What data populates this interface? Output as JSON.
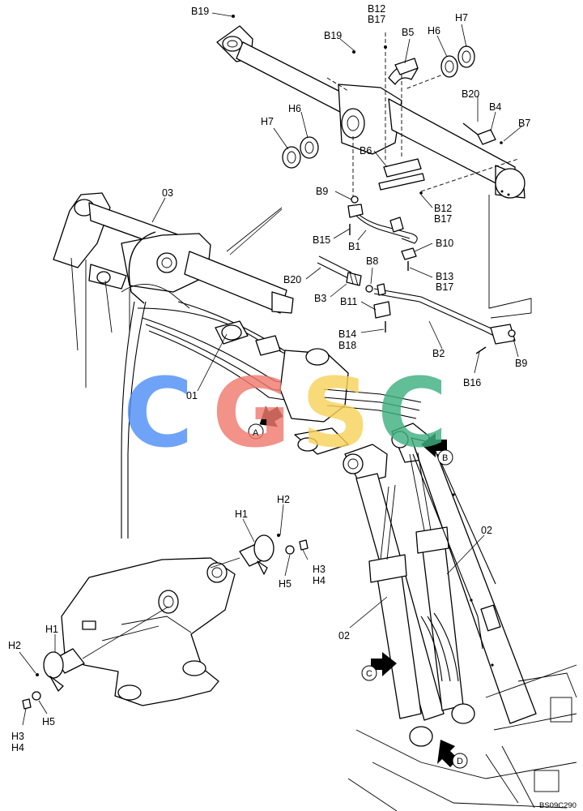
{
  "diagram": {
    "labels": {
      "B19_top": "B19",
      "B12_top": "B12",
      "B17_top": "B17",
      "B5": "B5",
      "H6_top": "H6",
      "H7_top": "H7",
      "B19_mid": "B19",
      "B20_top": "B20",
      "B4": "B4",
      "B7": "B7",
      "H6_left": "H6",
      "H7_left": "H7",
      "B6": "B6",
      "B12_mid": "B12",
      "B17_mid": "B17",
      "B9_top": "B9",
      "B15": "B15",
      "B1": "B1",
      "B10": "B10",
      "B8": "B8",
      "B13": "B13",
      "B17_low": "B17",
      "B20_low": "B20",
      "B3": "B3",
      "B11": "B11",
      "B14": "B14",
      "B18": "B18",
      "B2": "B2",
      "B9_right": "B9",
      "B16": "B16",
      "p03": "03",
      "p01": "01",
      "p02_right": "02",
      "p02_left": "02",
      "H1_top": "H1",
      "H2_top": "H2",
      "H3_top": "H3",
      "H4_top": "H4",
      "H5_top": "H5",
      "H1_left": "H1",
      "H2_left": "H2",
      "H3_left": "H3",
      "H4_left": "H4",
      "H5_left": "H5",
      "view_A": "A",
      "view_B": "B",
      "view_C": "C",
      "view_D": "D",
      "drawing_ref": "BS09C290"
    },
    "watermark": {
      "letters": [
        "C",
        "G",
        "S",
        "C"
      ],
      "colors": [
        "#4f8ff7",
        "#f07b6f",
        "#f7d25c",
        "#3fb07f"
      ]
    }
  }
}
